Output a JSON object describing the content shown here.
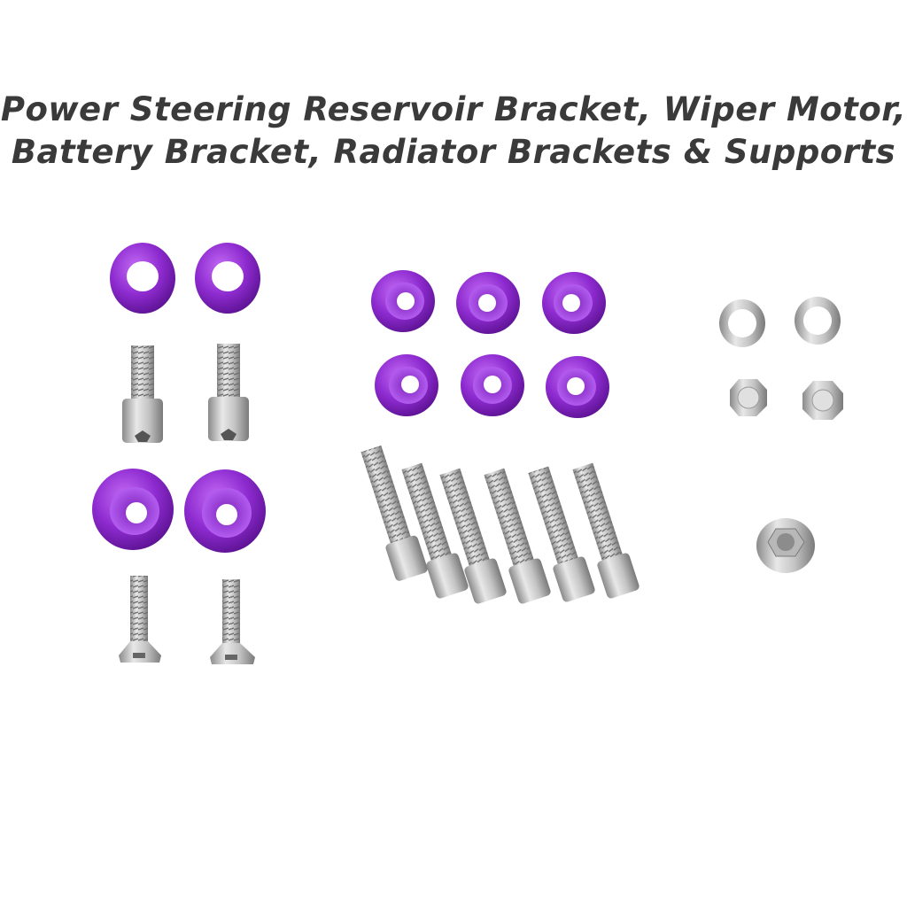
{
  "title": {
    "line1": "Power Steering Reservoir Bracket, Wiper Motor,",
    "line2": "Battery Bracket, Radiator Brackets & Supports"
  },
  "colors": {
    "anodized_purple": "#8e2bd0",
    "purple_dark": "#5a1190",
    "steel": "#c4c4c4",
    "steel_dark": "#8a8a8a",
    "background": "#ffffff"
  },
  "groups": [
    {
      "name": "left-group",
      "parts": [
        "purple-washer",
        "purple-washer",
        "cap-screw",
        "cap-screw",
        "purple-cup-washer",
        "purple-cup-washer",
        "flat-head-screw",
        "flat-head-screw"
      ]
    },
    {
      "name": "center-group",
      "parts": [
        "6 purple-cone-washer",
        "6 cap-screw-long"
      ]
    },
    {
      "name": "right-group",
      "parts": [
        "flat-washer",
        "flat-washer",
        "acorn-nut",
        "acorn-nut",
        "flange-nut"
      ]
    }
  ]
}
